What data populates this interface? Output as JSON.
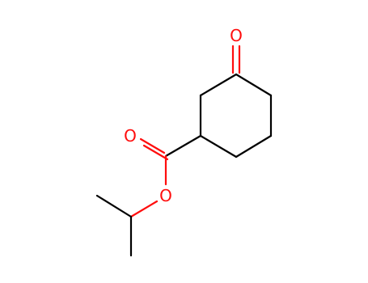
{
  "molecule": {
    "atoms": {
      "ketone_oxygen": "O",
      "carbonyl_oxygen": "O",
      "ester_oxygen": "O"
    },
    "colors": {
      "carbon_bond": "#000000",
      "oxygen": "#ff0d0d",
      "background": "#ffffff"
    }
  }
}
